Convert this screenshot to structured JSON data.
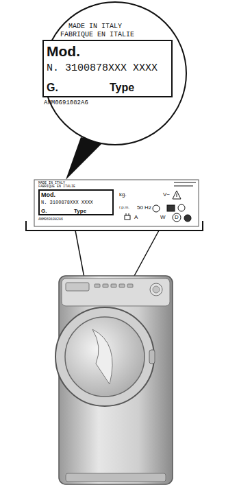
{
  "diagram": {
    "nodes": [
      {
        "text": [
          "Mod.",
          "N. 3100878XXX XXXX",
          "G.",
          "Type"
        ]
      },
      {
        "text": [
          "Mod.",
          "N. 3100878XXX XXXX",
          "G.",
          "Type"
        ]
      }
    ],
    "labels": [
      "MADE IN ITALY",
      "FABRIQUE EN ITALIE",
      "ANM0691082A6",
      "MADE IN ITALY",
      "FABRIQUE EN ITALIE",
      "kg.",
      "V~",
      "r.p.m.",
      "50 Hz",
      "A",
      "W",
      "D",
      "ANM0691082A6"
    ]
  }
}
